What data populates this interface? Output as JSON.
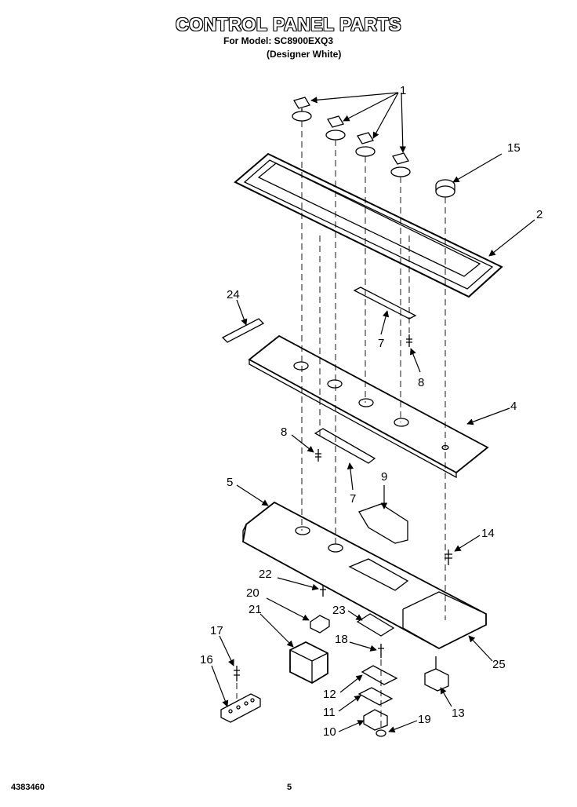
{
  "header": {
    "title": "CONTROL PANEL PARTS",
    "model_line": "For Model: SC8900EXQ3",
    "variant_line": "(Designer White)"
  },
  "footer": {
    "doc_number": "4383460",
    "page_number": "5"
  },
  "callouts": [
    {
      "id": "c1",
      "label": "1"
    },
    {
      "id": "c15",
      "label": "15"
    },
    {
      "id": "c2",
      "label": "2"
    },
    {
      "id": "c24",
      "label": "24"
    },
    {
      "id": "c7a",
      "label": "7"
    },
    {
      "id": "c8a",
      "label": "8"
    },
    {
      "id": "c4",
      "label": "4"
    },
    {
      "id": "c8b",
      "label": "8"
    },
    {
      "id": "c7b",
      "label": "7"
    },
    {
      "id": "c9",
      "label": "9"
    },
    {
      "id": "c5",
      "label": "5"
    },
    {
      "id": "c14",
      "label": "14"
    },
    {
      "id": "c22",
      "label": "22"
    },
    {
      "id": "c20",
      "label": "20"
    },
    {
      "id": "c21",
      "label": "21"
    },
    {
      "id": "c23",
      "label": "23"
    },
    {
      "id": "c17",
      "label": "17"
    },
    {
      "id": "c18",
      "label": "18"
    },
    {
      "id": "c16",
      "label": "16"
    },
    {
      "id": "c25",
      "label": "25"
    },
    {
      "id": "c12",
      "label": "12"
    },
    {
      "id": "c13",
      "label": "13"
    },
    {
      "id": "c11",
      "label": "11"
    },
    {
      "id": "c19",
      "label": "19"
    },
    {
      "id": "c10",
      "label": "10"
    }
  ]
}
